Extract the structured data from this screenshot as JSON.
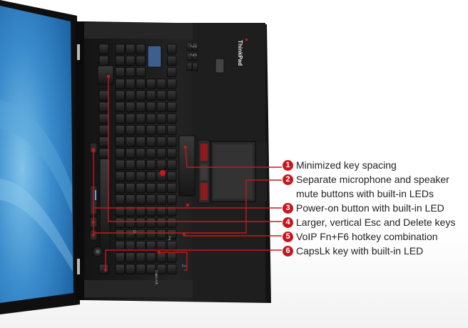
{
  "callouts": [
    {
      "number": "1",
      "text": "Minimized key spacing"
    },
    {
      "number": "2",
      "text": "Separate microphone and speaker mute buttons with built-in LEDs"
    },
    {
      "number": "3",
      "text": "Power-on button with built-in LED"
    },
    {
      "number": "4",
      "text": "Larger, vertical Esc and Delete keys"
    },
    {
      "number": "5",
      "text": "VoIP Fn+F6 hotkey combination"
    },
    {
      "number": "6",
      "text": "CapsLk key with built-in LED"
    }
  ],
  "logo_text": "ThinkPad",
  "key_legends": {
    "capslock": "CapsLock",
    "z": "Z",
    "p": "P",
    "fn": "Fn",
    "pgup": "PgUp",
    "pgdn": "PgDn"
  },
  "colors": {
    "accent_red": "#c8161d",
    "screen_blue": "#2a78b8",
    "chassis": "#1c1c1c",
    "text": "#222222"
  }
}
